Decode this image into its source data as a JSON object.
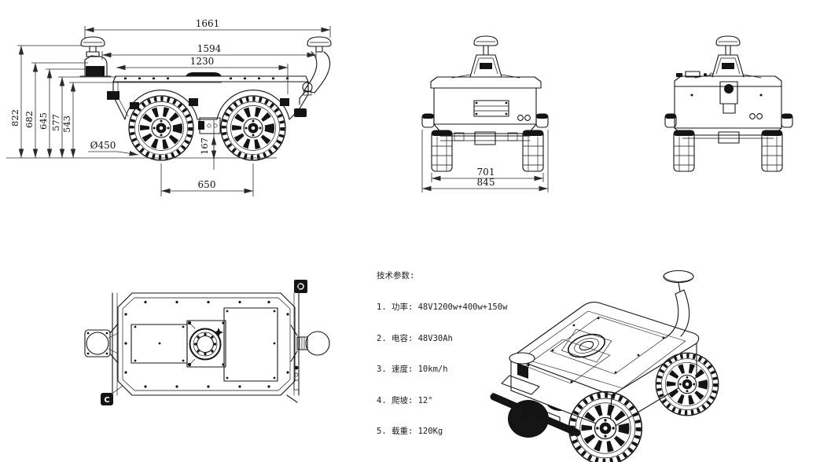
{
  "drawing": {
    "background": "#ffffff",
    "line_color": "#141414",
    "description": "engineering drawing of four-wheel robot chassis"
  },
  "side_view": {
    "dim_1661": "1661",
    "dim_1594": "1594",
    "dim_1230": "1230",
    "dim_822": "822",
    "dim_682": "682",
    "dim_645": "645",
    "dim_577": "577",
    "dim_543": "543",
    "dim_diameter": "Ø450",
    "dim_167": "167",
    "dim_650": "650"
  },
  "rear_view": {
    "dim_701": "701",
    "dim_845": "845"
  },
  "top_view": {
    "datum_label": "C"
  },
  "tech_specs": {
    "title": "技术参数:",
    "items": [
      "1. 功率: 48V1200w+400w+150w",
      "2. 电容: 48V30Ah",
      "3. 速度: 10km/h",
      "4. 爬坡: 12°",
      "5. 载重: 120Kg"
    ]
  }
}
